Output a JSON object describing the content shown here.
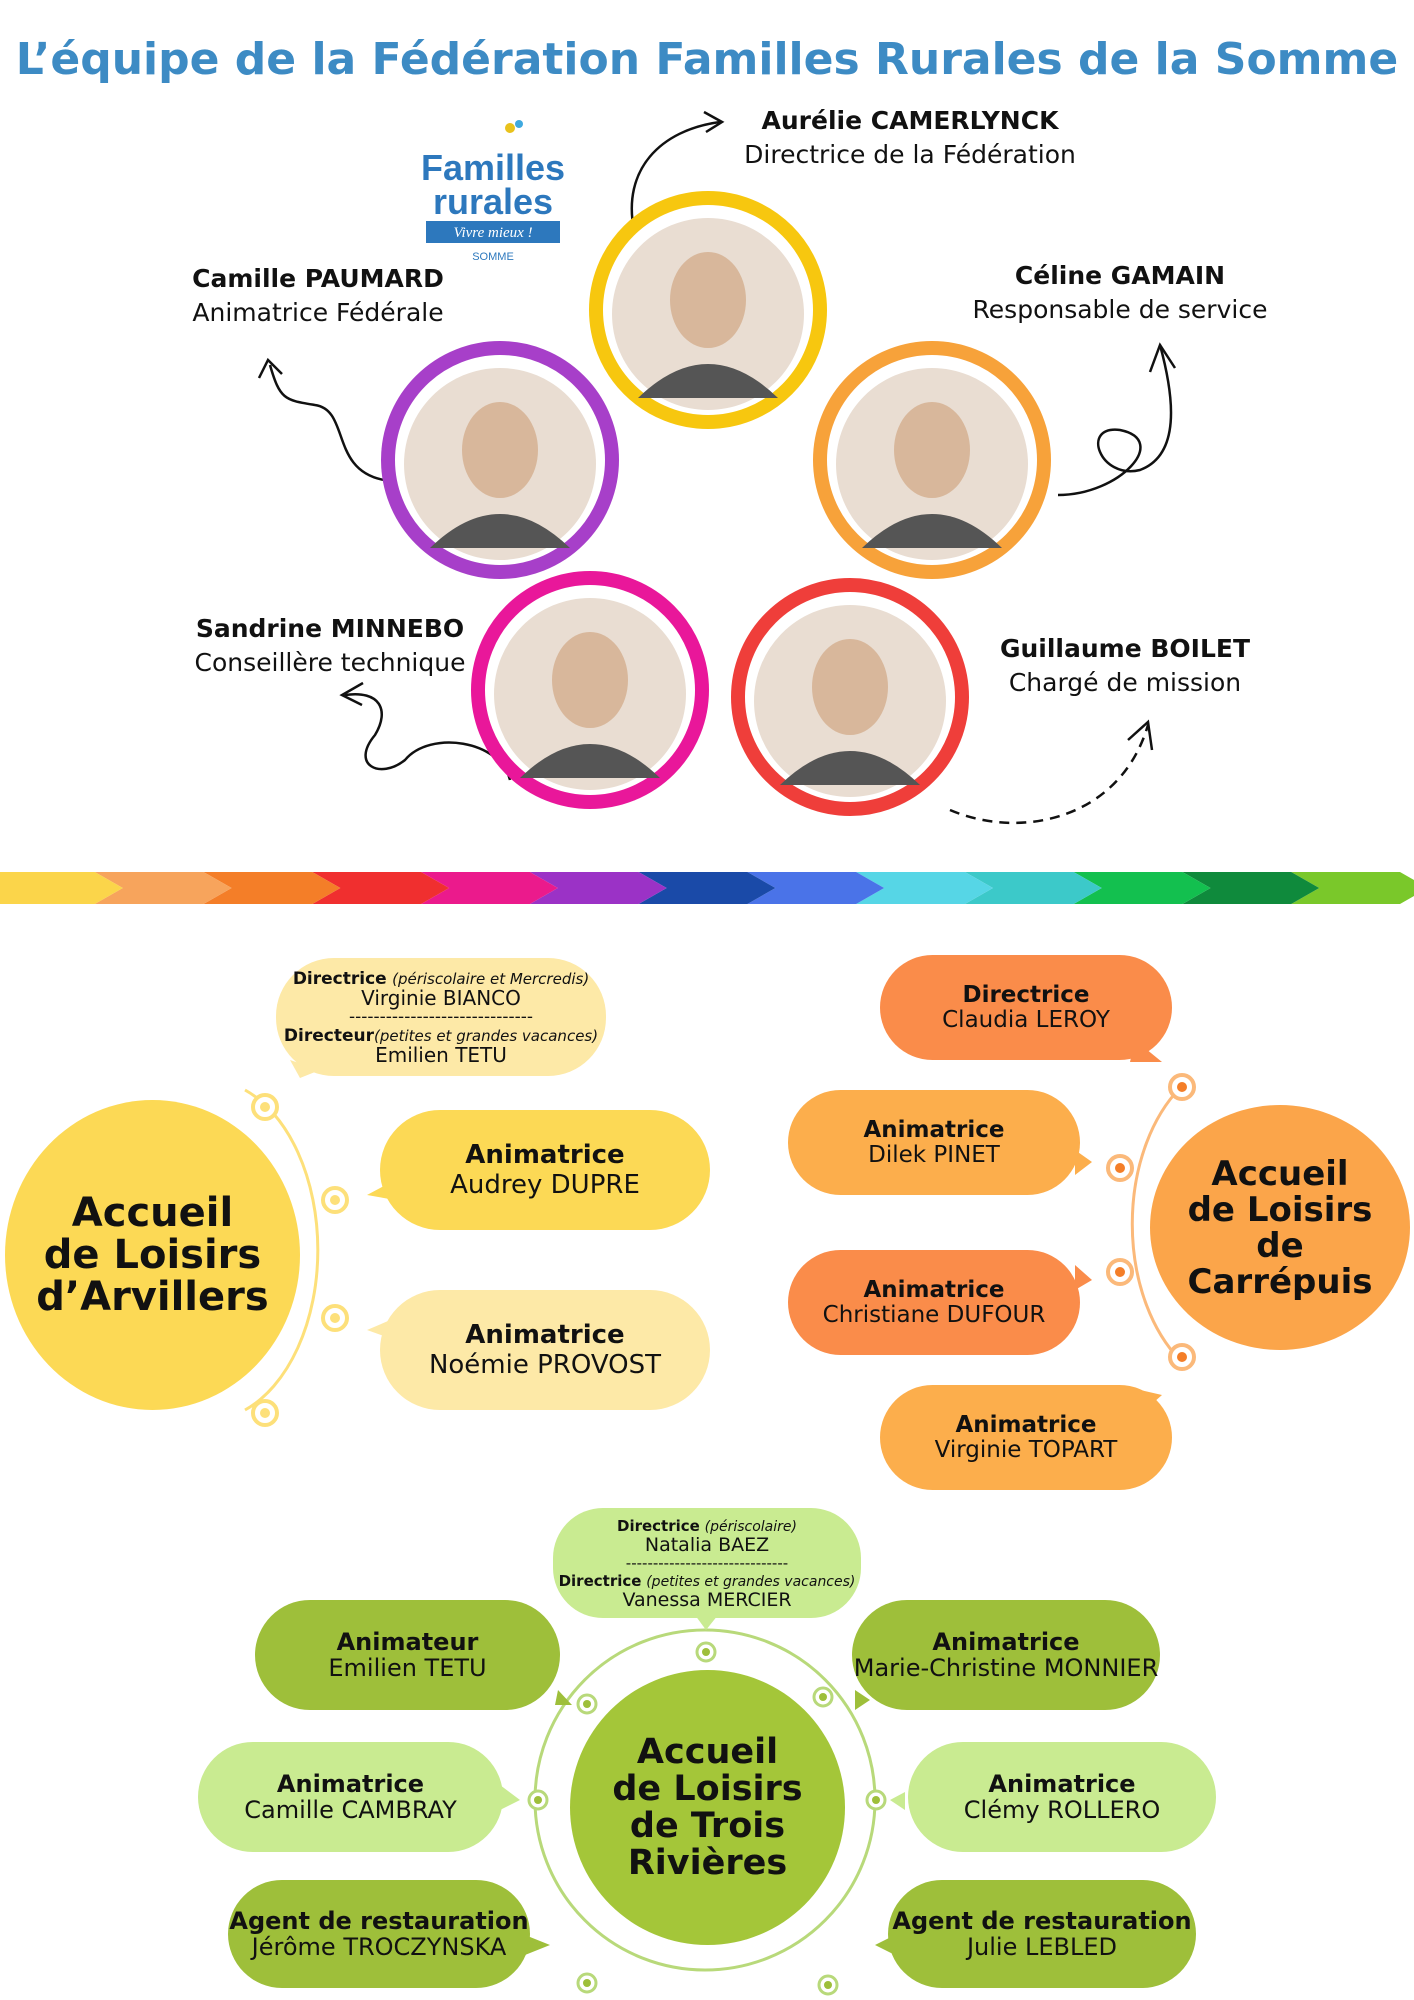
{
  "title": "L’équipe de la Fédération Familles Rurales de la Somme",
  "logo": {
    "line1": "Familles",
    "line2": "rurales",
    "tagline": "Vivre mieux !",
    "region": "SOMME"
  },
  "federation": [
    {
      "name": "Aurélie CAMERLYNCK",
      "role": "Directrice de la Fédération",
      "color": "#f7c70f"
    },
    {
      "name": "Camille PAUMARD",
      "role": "Animatrice Fédérale",
      "color": "#a73fc9"
    },
    {
      "name": "Céline GAMAIN",
      "role": "Responsable de service",
      "color": "#f7a23a"
    },
    {
      "name": "Sandrine MINNEBO",
      "role": "Conseillère technique",
      "color": "#e9179a"
    },
    {
      "name": "Guillaume BOILET",
      "role": "Chargé de mission",
      "color": "#ef3e3a"
    }
  ],
  "divider_colors": [
    "#fbd54a",
    "#f7a45c",
    "#f47e28",
    "#f02f2f",
    "#eb1a8c",
    "#9b32c6",
    "#1a4aa8",
    "#4a73e8",
    "#56d6e6",
    "#3cc9c9",
    "#13c04f",
    "#0f8a3c",
    "#7ac82a"
  ],
  "arvillers": {
    "center": {
      "l1": "Accueil",
      "l2": "de Loisirs",
      "l3": "d’Arvillers"
    },
    "director": {
      "role1": "Directrice",
      "note1": "(périscolaire et Mercredis)",
      "name1": "Virginie BIANCO",
      "sep": "------------------------------",
      "role2": "Directeur",
      "note2": "(petites et grandes vacances)",
      "name2": "Emilien TETU"
    },
    "staff": [
      {
        "role": "Animatrice",
        "name": "Audrey DUPRE"
      },
      {
        "role": "Animatrice",
        "name": "Noémie PROVOST"
      }
    ],
    "colors": {
      "center": "#fcd955",
      "light": "#fde9a7",
      "mid": "#fcd955",
      "line": "#fde07a"
    }
  },
  "carrepuis": {
    "center": {
      "l1": "Accueil",
      "l2": "de Loisirs",
      "l3": "de",
      "l4": "Carrépuis"
    },
    "staff": [
      {
        "role": "Directrice",
        "name": "Claudia LEROY"
      },
      {
        "role": "Animatrice",
        "name": "Dilek PINET"
      },
      {
        "role": "Animatrice",
        "name": "Christiane DUFOUR"
      },
      {
        "role": "Animatrice",
        "name": "Virginie TOPART"
      }
    ],
    "colors": {
      "center": "#fba54a",
      "dark": "#fa8c4a",
      "light": "#fcae4c",
      "line": "#fbb97a"
    }
  },
  "trois_rivieres": {
    "center": {
      "l1": "Accueil",
      "l2": "de Loisirs",
      "l3": "de Trois",
      "l4": "Rivières"
    },
    "director": {
      "role1": "Directrice",
      "note1": "(périscolaire)",
      "name1": "Natalia BAEZ",
      "sep": "------------------------------",
      "role2": "Directrice",
      "note2": "(petites et grandes vacances)",
      "name2": "Vanessa MERCIER"
    },
    "staff": [
      {
        "role": "Animateur",
        "name": "Emilien TETU"
      },
      {
        "role": "Animatrice",
        "name": "Marie-Christine MONNIER"
      },
      {
        "role": "Animatrice",
        "name": "Camille CAMBRAY"
      },
      {
        "role": "Animatrice",
        "name": "Clémy ROLLERO"
      },
      {
        "role": "Agent de restauration",
        "name": "Jérôme TROCZYNSKA"
      },
      {
        "role": "Agent de restauration",
        "name": "Julie LEBLED"
      }
    ],
    "colors": {
      "center": "#a4c639",
      "dark": "#9ebf3a",
      "light": "#c9eb91",
      "line": "#b8d97a"
    }
  }
}
